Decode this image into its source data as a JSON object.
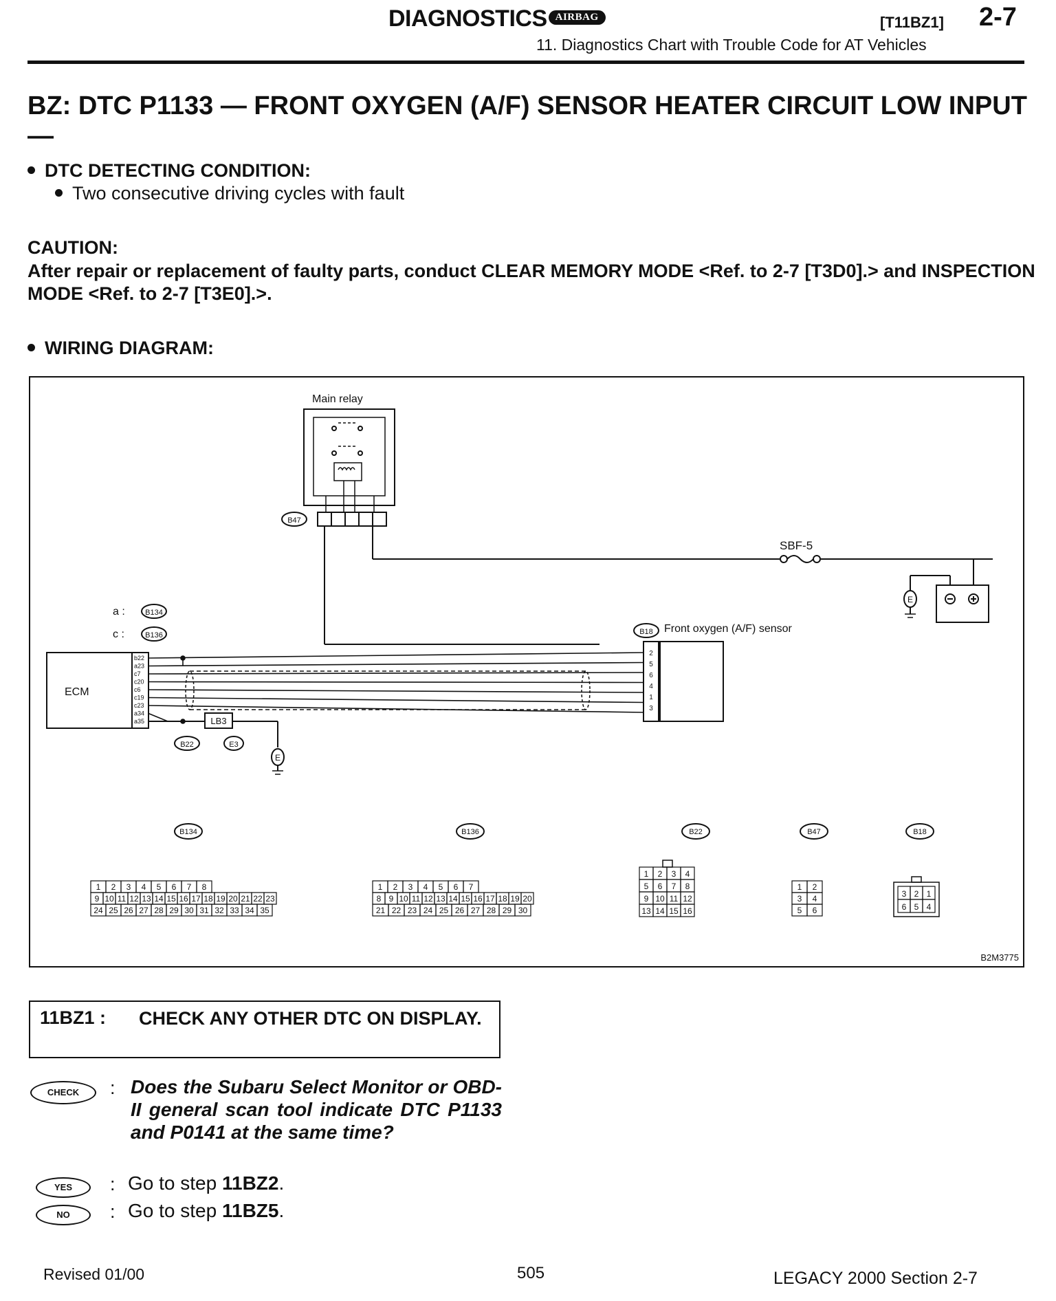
{
  "header": {
    "title": "DIAGNOSTICS",
    "badge": "AIRBAG",
    "code": "[T11BZ1]",
    "page_ref": "2-7",
    "subtitle": "11. Diagnostics Chart with Trouble Code for AT Vehicles"
  },
  "section": {
    "title": "BZ: DTC P1133 — FRONT OXYGEN (A/F) SENSOR HEATER CIRCUIT LOW INPUT —",
    "condition_heading": "DTC DETECTING CONDITION:",
    "condition_item": "Two consecutive driving cycles with fault",
    "caution_heading": "CAUTION:",
    "caution_text": "After repair or replacement of faulty parts, conduct CLEAR MEMORY MODE <Ref. to 2-7 [T3D0].> and INSPECTION MODE <Ref. to 2-7 [T3E0].>.",
    "wiring_heading": "WIRING DIAGRAM:"
  },
  "diagram": {
    "main_relay": "Main relay",
    "relay_connector": "B47",
    "fuse": "SBF-5",
    "ecm": "ECM",
    "connector_a": "a :",
    "connector_a_id": "B134",
    "connector_c": "c :",
    "connector_c_id": "B136",
    "sensor_connector": "B18",
    "sensor": "Front oxygen (A/F) sensor",
    "ecm_pins": [
      "b22",
      "a23",
      "c7",
      "c20",
      "c6",
      "c19",
      "c23",
      "a34",
      "a35"
    ],
    "sensor_pins": [
      "2",
      "5",
      "6",
      "4",
      "1",
      "3"
    ],
    "joint": "LB3",
    "ground_connectors": [
      "B22",
      "E3"
    ],
    "ground": "E",
    "connector_labels": [
      "B134",
      "B136",
      "B22",
      "B47",
      "B18"
    ],
    "b134_pins": {
      "row1": [
        "1",
        "2",
        "3",
        "4",
        "5",
        "6",
        "7",
        "8"
      ],
      "row2": [
        "9",
        "10",
        "11",
        "12",
        "13",
        "14",
        "15",
        "16",
        "17",
        "18",
        "19",
        "20",
        "21",
        "22",
        "23"
      ],
      "row3": [
        "24",
        "25",
        "26",
        "27",
        "28",
        "29",
        "30",
        "31",
        "32",
        "33",
        "34",
        "35"
      ]
    },
    "b136_pins": {
      "row1": [
        "1",
        "2",
        "3",
        "4",
        "5",
        "6",
        "7"
      ],
      "row2": [
        "8",
        "9",
        "10",
        "11",
        "12",
        "13",
        "14",
        "15",
        "16",
        "17",
        "18",
        "19",
        "20"
      ],
      "row3": [
        "21",
        "22",
        "23",
        "24",
        "25",
        "26",
        "27",
        "28",
        "29",
        "30"
      ]
    },
    "b22_pins": {
      "row1": [
        "1",
        "2",
        "3",
        "4"
      ],
      "row2": [
        "5",
        "6",
        "7",
        "8"
      ],
      "row3": [
        "9",
        "10",
        "11",
        "12"
      ],
      "row4": [
        "13",
        "14",
        "15",
        "16"
      ]
    },
    "b47_pins": {
      "row1": [
        "1",
        "2"
      ],
      "row2": [
        "3",
        "4"
      ],
      "row3": [
        "5",
        "6"
      ]
    },
    "b18_pins": {
      "row1": [
        "3",
        "2",
        "1"
      ],
      "row2": [
        "6",
        "5",
        "4"
      ]
    },
    "figure_id": "B2M3775"
  },
  "step": {
    "id": "11BZ1 :",
    "title": "CHECK ANY OTHER DTC ON DISPLAY.",
    "check_label": "CHECK",
    "question": "Does the Subaru Select Monitor or OBD-II general scan tool indicate DTC P1133 and P0141 at the same time?",
    "yes_label": "YES",
    "yes_text": "Go to step",
    "yes_target": "11BZ2",
    "no_label": "NO",
    "no_text": "Go to step",
    "no_target": "11BZ5"
  },
  "footer": {
    "revised": "Revised 01/00",
    "page": "505",
    "section": "LEGACY 2000 Section 2-7"
  },
  "colors": {
    "ink": "#111111",
    "paper": "#ffffff"
  }
}
